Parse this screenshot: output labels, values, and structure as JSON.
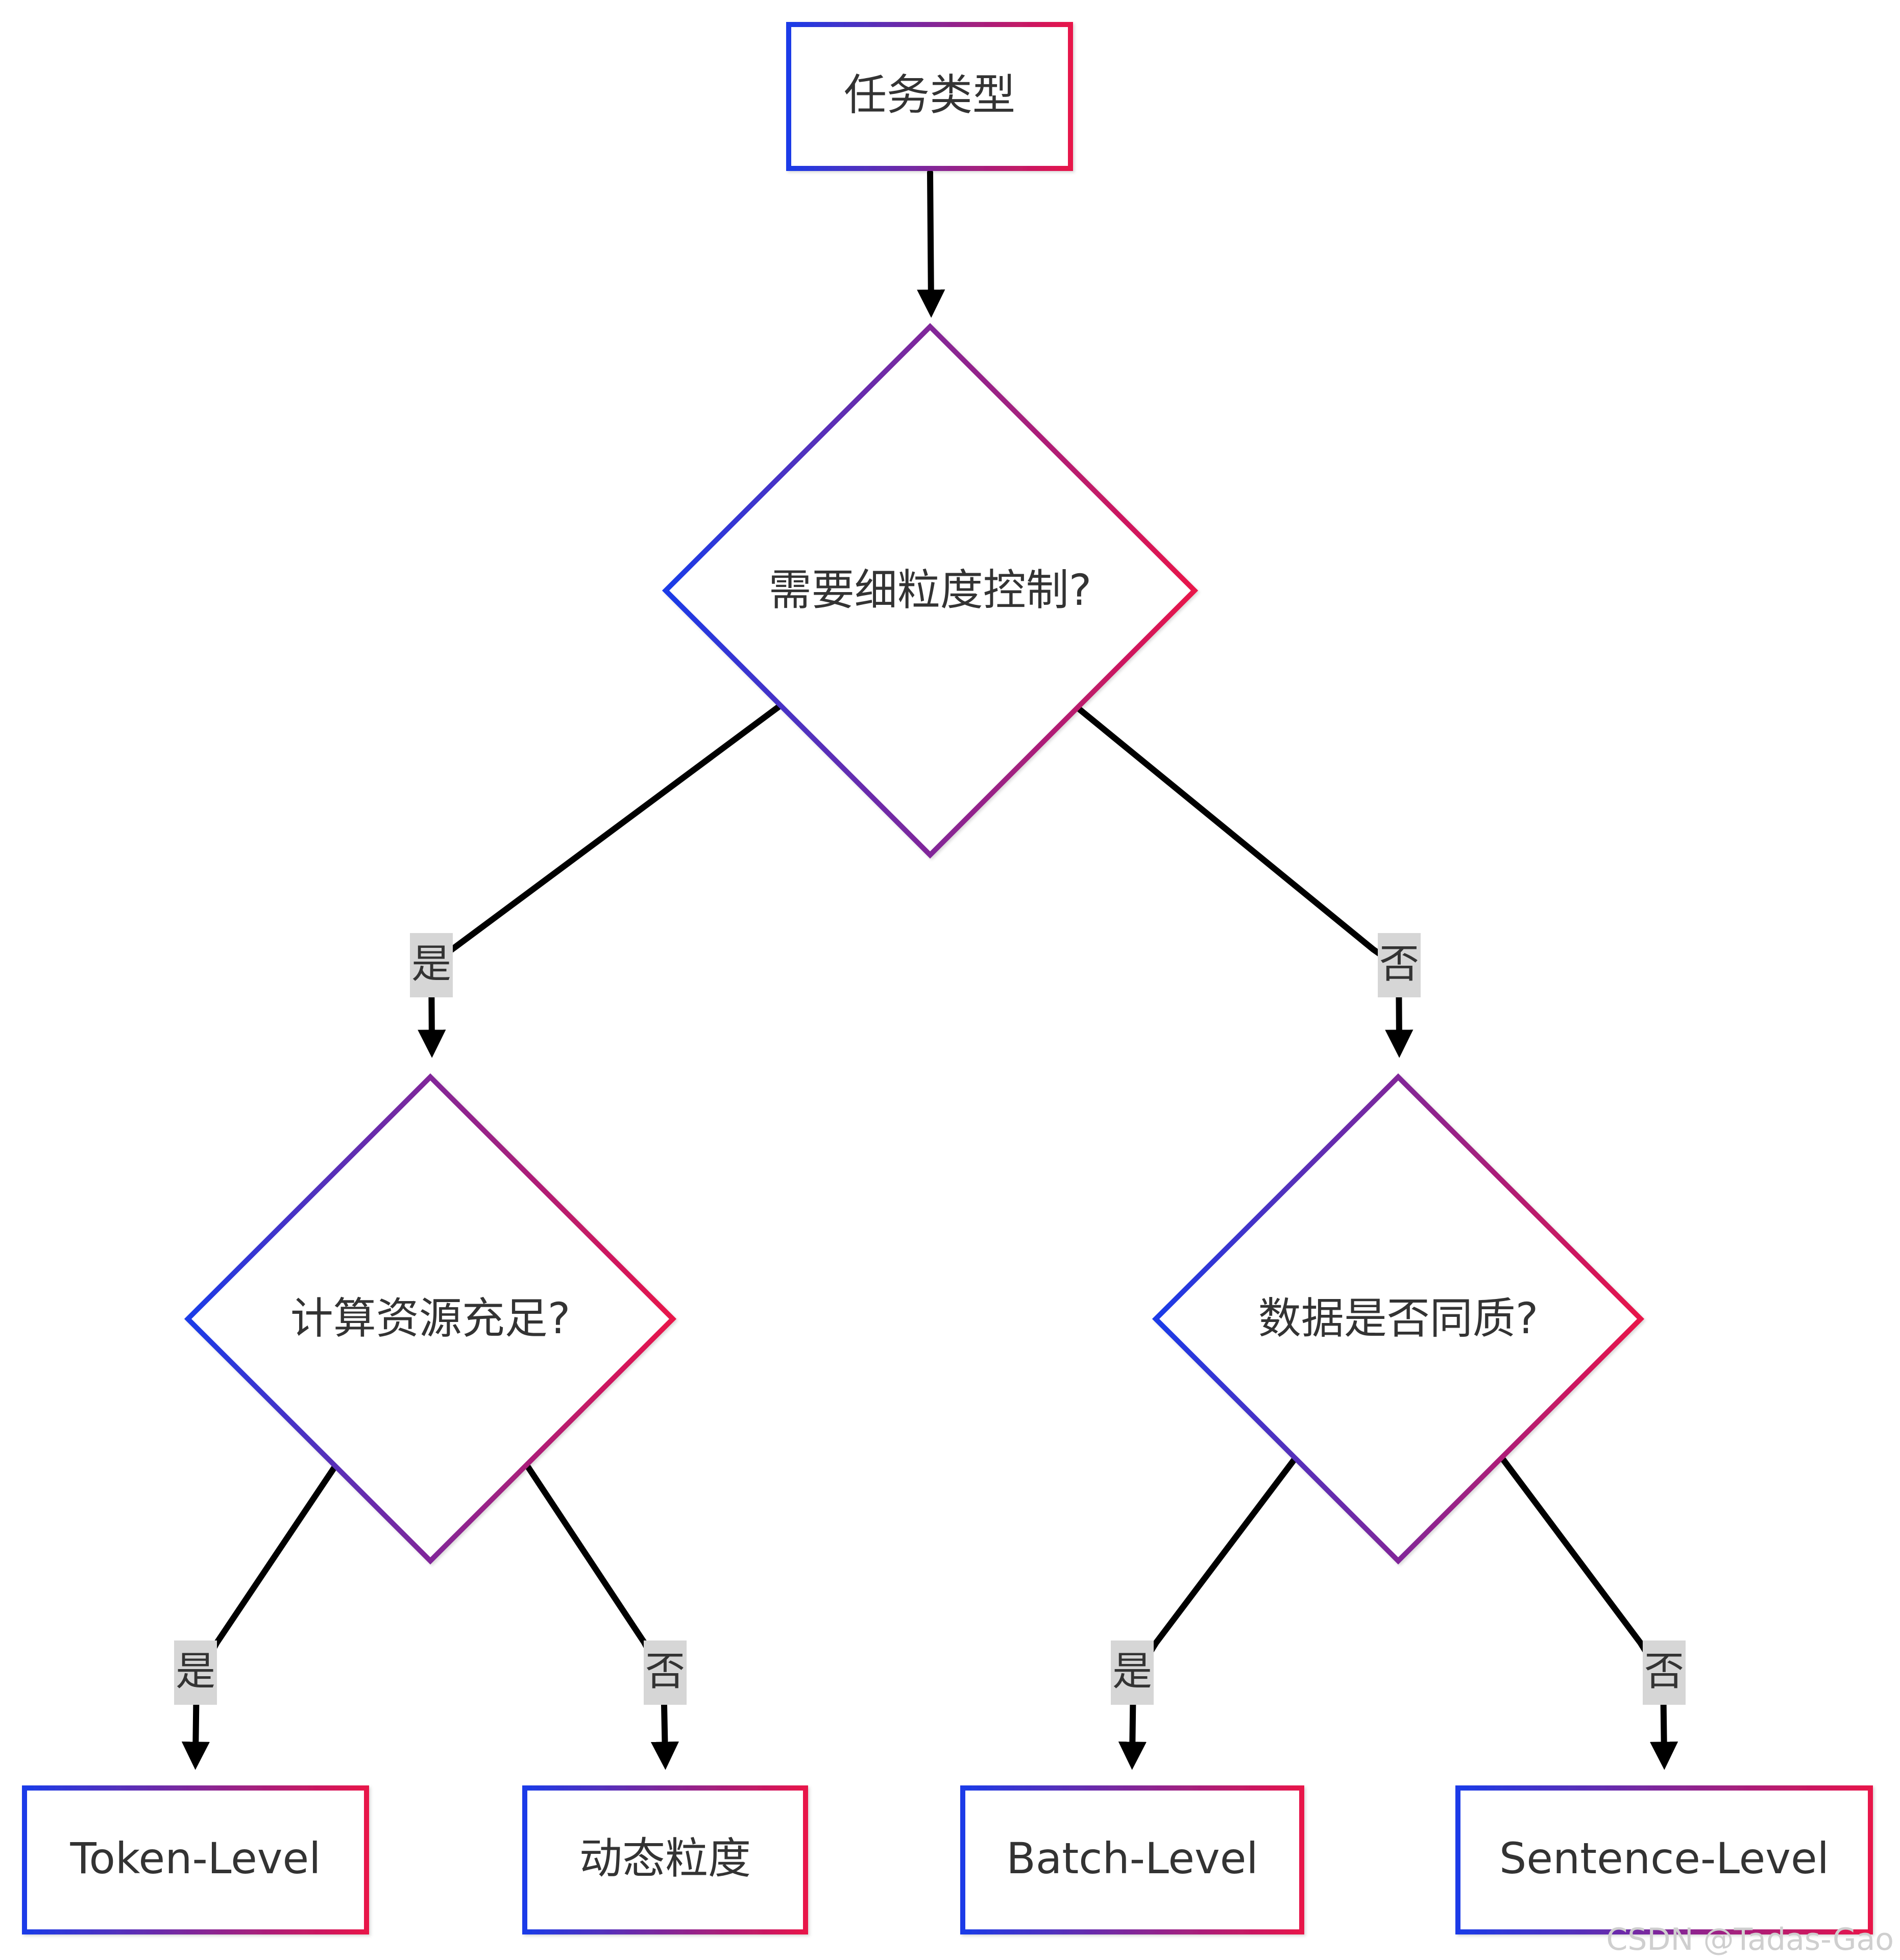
{
  "colors": {
    "gradient_start": "#1a3be8",
    "gradient_end": "#e8134a",
    "edge": "#000000",
    "label_bg": "#d6d6d6",
    "text": "#333333"
  },
  "nodes": {
    "start": "任务类型",
    "decision_fine": "需要细粒度控制?",
    "decision_compute": "计算资源充足?",
    "decision_homogeneous": "数据是否同质?",
    "token_level": "Token-Level",
    "dynamic": "动态粒度",
    "batch_level": "Batch-Level",
    "sentence_level": "Sentence-Level"
  },
  "edge_labels": {
    "fine_yes": "是",
    "fine_no": "否",
    "compute_yes": "是",
    "compute_no": "否",
    "homo_yes": "是",
    "homo_no": "否"
  },
  "watermark": "CSDN @Tadas-Gao"
}
